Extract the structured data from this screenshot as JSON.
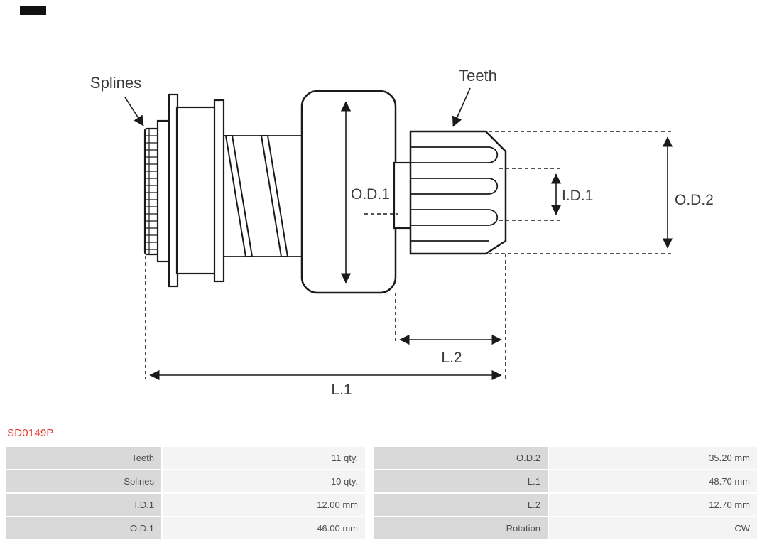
{
  "part_number": "SD0149P",
  "colors": {
    "part_number_color": "#e23b2e",
    "table_label_bg": "#d9d9d9",
    "table_value_bg": "#f4f4f4",
    "table_text": "#4d4d4d",
    "line_color": "#1a1a1a",
    "label_color": "#3b3b3b"
  },
  "diagram": {
    "labels": {
      "splines": "Splines",
      "teeth": "Teeth",
      "od1": "O.D.1",
      "id1": "I.D.1",
      "od2": "O.D.2",
      "l1": "L.1",
      "l2": "L.2"
    }
  },
  "table": {
    "rows": [
      {
        "c0": "Teeth",
        "c1": "11 qty.",
        "c2": "O.D.2",
        "c3": "35.20 mm"
      },
      {
        "c0": "Splines",
        "c1": "10 qty.",
        "c2": "L.1",
        "c3": "48.70 mm"
      },
      {
        "c0": "I.D.1",
        "c1": "12.00 mm",
        "c2": "L.2",
        "c3": "12.70 mm"
      },
      {
        "c0": "O.D.1",
        "c1": "46.00 mm",
        "c2": "Rotation",
        "c3": "CW"
      }
    ]
  }
}
